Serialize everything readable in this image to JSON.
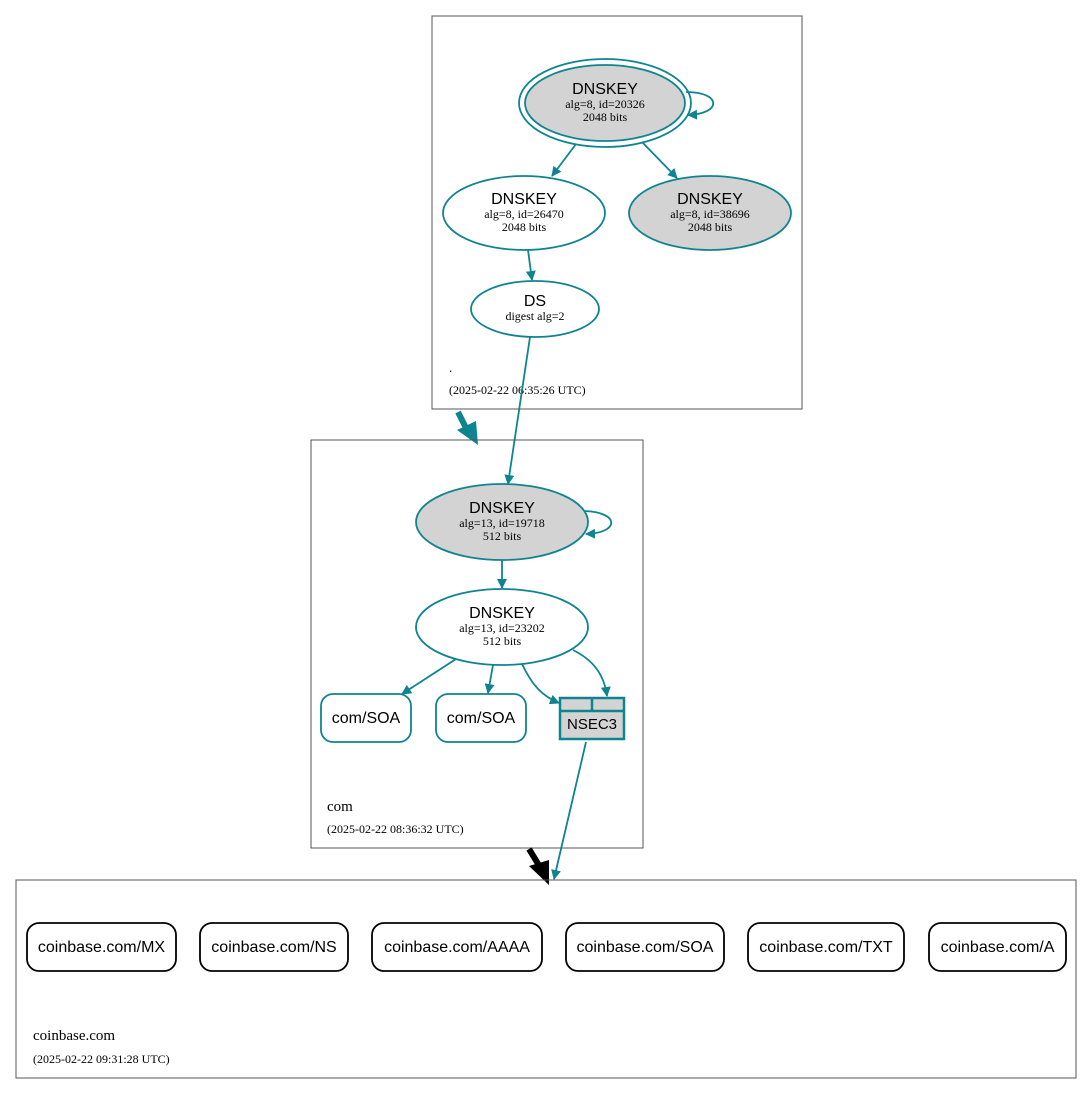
{
  "colors": {
    "edge": "#0f8491",
    "key_fill": "#d3d3d3",
    "box_stroke": "#555555",
    "node_stroke": "#000000"
  },
  "root_zone": {
    "name": ".",
    "timestamp": "(2025-02-22 06:35:26 UTC)",
    "ksk": {
      "title": "DNSKEY",
      "line1": "alg=8, id=20326",
      "line2": "2048 bits"
    },
    "zsk": {
      "title": "DNSKEY",
      "line1": "alg=8, id=26470",
      "line2": "2048 bits"
    },
    "standby": {
      "title": "DNSKEY",
      "line1": "alg=8, id=38696",
      "line2": "2048 bits"
    },
    "ds": {
      "title": "DS",
      "line1": "digest alg=2"
    }
  },
  "com_zone": {
    "name": "com",
    "timestamp": "(2025-02-22 08:36:32 UTC)",
    "ksk": {
      "title": "DNSKEY",
      "line1": "alg=13, id=19718",
      "line2": "512 bits"
    },
    "zsk": {
      "title": "DNSKEY",
      "line1": "alg=13, id=23202",
      "line2": "512 bits"
    },
    "soa_1": "com/SOA",
    "soa_2": "com/SOA",
    "nsec3": "NSEC3"
  },
  "coinbase_zone": {
    "name": "coinbase.com",
    "timestamp": "(2025-02-22 09:31:28 UTC)",
    "records": [
      "coinbase.com/MX",
      "coinbase.com/NS",
      "coinbase.com/AAAA",
      "coinbase.com/SOA",
      "coinbase.com/TXT",
      "coinbase.com/A"
    ]
  }
}
